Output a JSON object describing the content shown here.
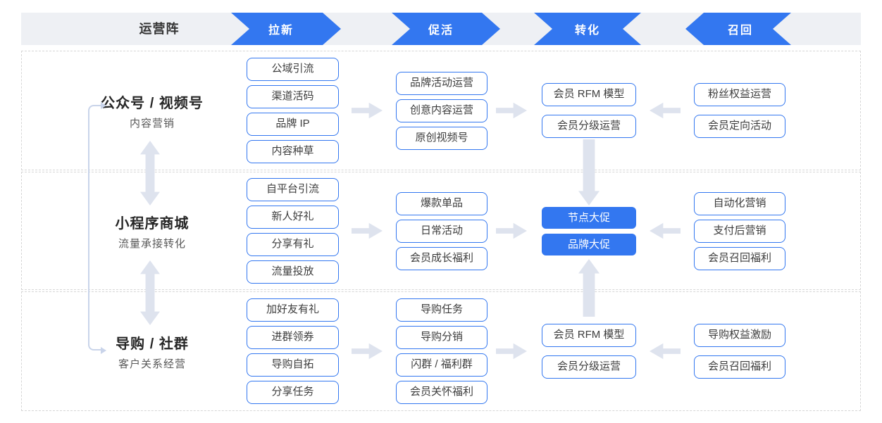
{
  "header": {
    "label": "运营阵",
    "stages": [
      {
        "label": "拉新",
        "direction": "right"
      },
      {
        "label": "促活",
        "direction": "right"
      },
      {
        "label": "转化",
        "direction": "converge"
      },
      {
        "label": "召回",
        "direction": "left"
      }
    ]
  },
  "rows": [
    {
      "title": "公众号 / 视频号",
      "subtitle": "内容营销",
      "col1": [
        "公域引流",
        "渠道活码",
        "品牌 IP",
        "内容种草"
      ],
      "col2": [
        "品牌活动运营",
        "创意内容运营",
        "原创视频号"
      ],
      "col3": [
        {
          "label": "会员 RFM 模型",
          "filled": false
        },
        {
          "label": "会员分级运营",
          "filled": false
        }
      ],
      "col4": [
        "粉丝权益运营",
        "会员定向活动"
      ]
    },
    {
      "title": "小程序商城",
      "subtitle": "流量承接转化",
      "col1": [
        "自平台引流",
        "新人好礼",
        "分享有礼",
        "流量投放"
      ],
      "col2": [
        "爆款单品",
        "日常活动",
        "会员成长福利"
      ],
      "col3": [
        {
          "label": "节点大促",
          "filled": true
        },
        {
          "label": "品牌大促",
          "filled": true
        }
      ],
      "col4": [
        "自动化营销",
        "支付后营销",
        "会员召回福利"
      ]
    },
    {
      "title": "导购 / 社群",
      "subtitle": "客户关系经营",
      "col1": [
        "加好友有礼",
        "进群领券",
        "导购自拓",
        "分享任务"
      ],
      "col2": [
        "导购任务",
        "导购分销",
        "闪群 / 福利群",
        "会员关怀福利"
      ],
      "col3": [
        {
          "label": "会员 RFM 模型",
          "filled": false
        },
        {
          "label": "会员分级运营",
          "filled": false
        }
      ],
      "col4": [
        "导购权益激励",
        "会员召回福利"
      ]
    }
  ],
  "colors": {
    "accent": "#3377F0",
    "arrow_gray": "#dee3ee",
    "bracket_line": "#c9d4ea",
    "header_bg": "#eef0f4",
    "dashed_border": "#d6d6d6"
  }
}
